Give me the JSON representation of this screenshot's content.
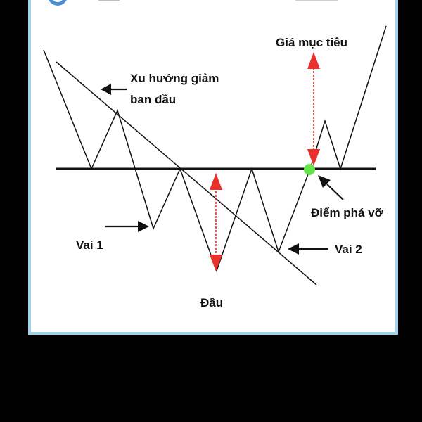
{
  "diagram": {
    "labels": {
      "target_price": "Giá mục tiêu",
      "initial_downtrend_line1": "Xu hướng giảm",
      "initial_downtrend_line2": "ban đầu",
      "shoulder1": "Vai 1",
      "head": "Đầu",
      "shoulder2": "Vai 2",
      "breakout_point": "Điểm phá vỡ"
    },
    "colors": {
      "background": "#000000",
      "panel_bg": "#ffffff",
      "panel_border": "#9fd4ea",
      "line": "#111111",
      "measure_arrow": "#e8312a",
      "breakout_dot": "#66e34a",
      "pointer": "#111111"
    },
    "icons": {
      "top_partial": "circle-badge-icon"
    }
  }
}
